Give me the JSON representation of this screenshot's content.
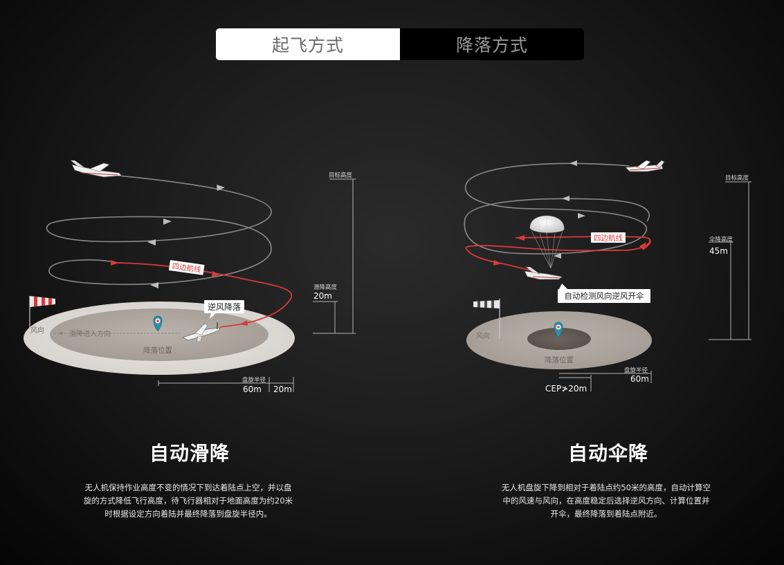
{
  "tabs": {
    "takeoff": "起飞方式",
    "landing": "降落方式"
  },
  "left": {
    "target_alt_label": "目标高度",
    "glide_alt_label": "滑降高度",
    "glide_alt_value": "20m",
    "route_label": "四边航线",
    "callout": "逆风降落",
    "wind_label": "风向",
    "approach_label": "滑降进入方向",
    "landing_pos_label": "降落位置",
    "radius_label": "盘旋半径",
    "radius_value": "60m",
    "extra_value": "20m",
    "title": "自动滑降",
    "desc_lines": [
      "无人机保持作业高度不变的情况下到达着陆点上空，并以盘",
      "旋的方式降低飞行高度，待飞行器相对于地面高度为约20米",
      "时根据设定方向着陆并最终降落到盘旋半径内。"
    ]
  },
  "right": {
    "target_alt_label": "目标高度",
    "chute_alt_label": "伞降高度",
    "chute_alt_value": "45m",
    "route_label": "四边航线",
    "callout": "自动检测风向逆风开伞",
    "wind_label": "风向",
    "landing_pos_label": "降落位置",
    "radius_label": "盘旋半径",
    "radius_value": "60m",
    "cep_value": "CEP≯20m",
    "title": "自动伞降",
    "desc_lines": [
      "无人机盘旋下降到相对于着陆点约50米的高度，自动计算空",
      "中的风速与风向，在高度稳定后选择逆风方向、计算位置并",
      "开伞，最终降落到着陆点附近。"
    ]
  },
  "colors": {
    "route_red": "#d9393c",
    "orbit_gray": "#8a8a8a",
    "pin_teal": "#2f8fa6"
  }
}
